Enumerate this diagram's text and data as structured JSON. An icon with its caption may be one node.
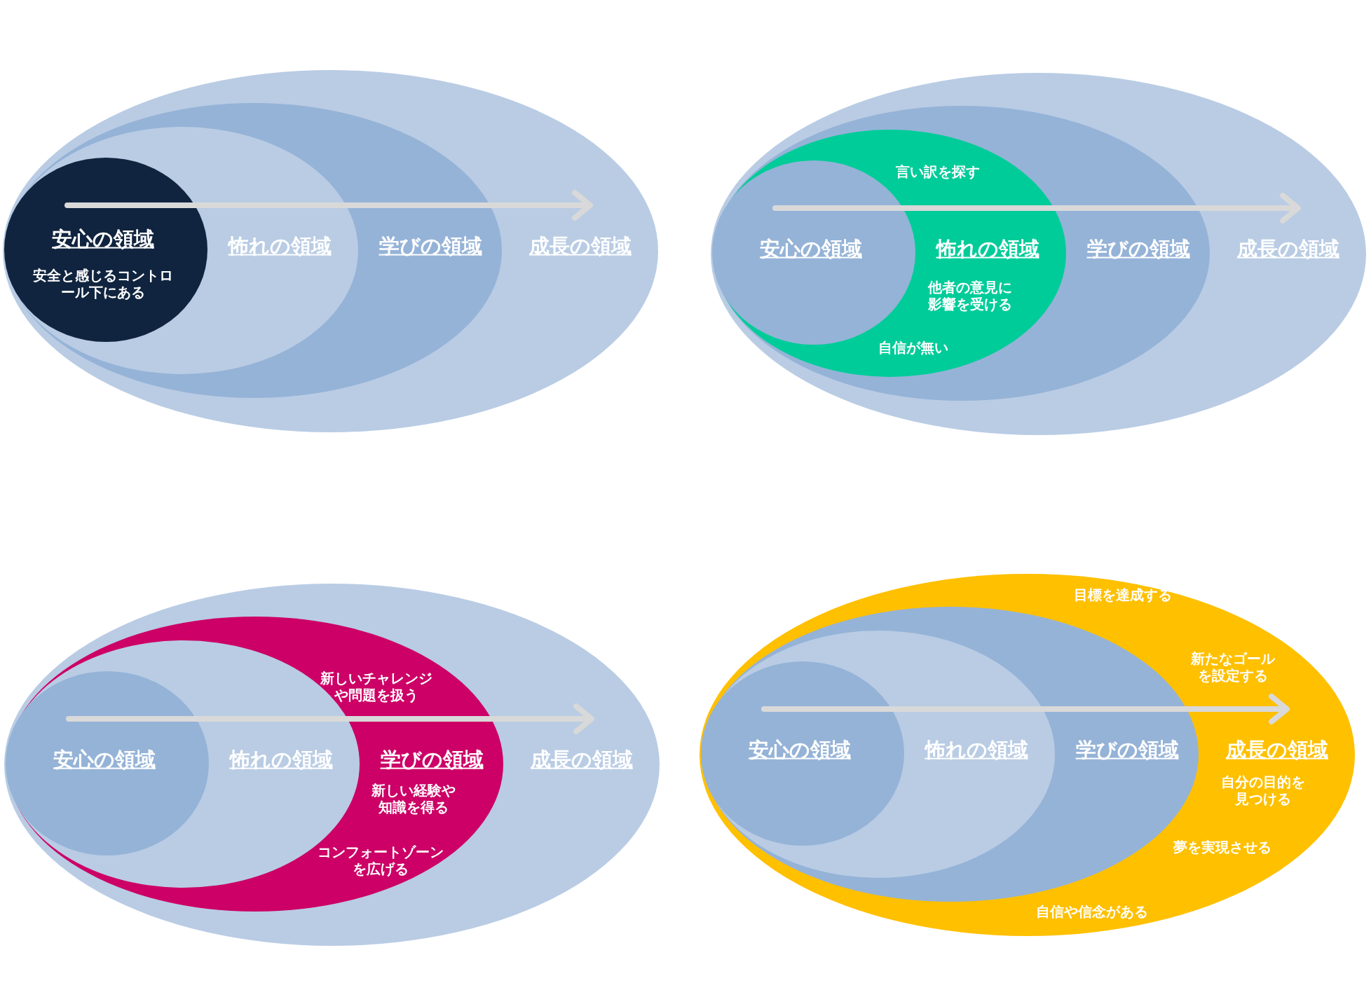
{
  "diagram": {
    "nodes": [
      {
        "text": [
          "成長の領域"
        ]
      },
      {
        "text": [
          "学びの領域"
        ],
        "in": 0
      },
      {
        "text": [
          "怖れの領域"
        ],
        "in": 1
      },
      {
        "text": [
          "安心の領域",
          "安全と感じるコントロール下にある"
        ],
        "in": 2
      },
      {
        "text": [
          "成長の領域"
        ]
      },
      {
        "text": [
          "学びの領域"
        ],
        "in": 4
      },
      {
        "text": [
          "言い訳を探す",
          "怖れの領域",
          "他者の意見に影響を受ける",
          "自信が無い"
        ],
        "in": 5
      },
      {
        "text": [
          "安心の領域"
        ],
        "in": 6
      },
      {
        "text": [
          "成長の領域"
        ]
      },
      {
        "text": [
          "新しいチャレンジや問題を扱う",
          "学びの領域",
          "新しい経験や知識を得る",
          "コンフォートゾーンを広げる"
        ],
        "in": 8
      },
      {
        "text": [
          "怖れの領域"
        ],
        "in": 9
      },
      {
        "text": [
          "安心の領域"
        ],
        "in": 10
      },
      {
        "text": [
          "目標を達成する",
          "新たなゴールを設定する",
          "成長の領域",
          "自分の目的を見つける",
          "夢を実現させる",
          "自信や信念がある"
        ]
      },
      {
        "text": [
          "学びの領域"
        ],
        "in": 12
      },
      {
        "text": [
          "怖れの領域"
        ],
        "in": 13
      },
      {
        "text": [
          "安心の領域"
        ],
        "in": 14
      }
    ],
    "edges": []
  }
}
